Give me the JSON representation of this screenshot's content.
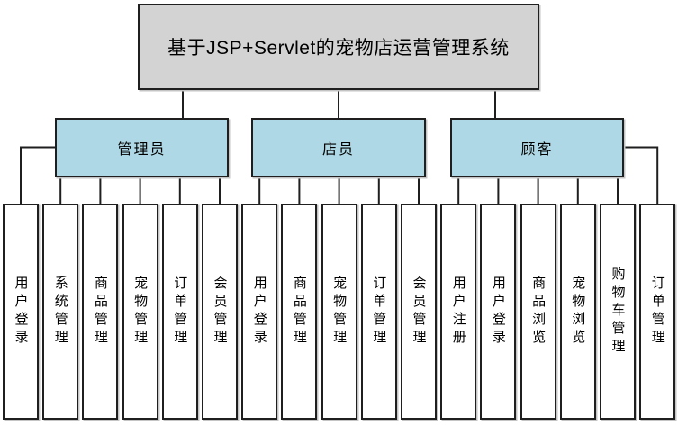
{
  "title": "基于JSP+Servlet的宠物店运营管理系统",
  "groups": [
    {
      "label": "管理员",
      "children": [
        "用户登录",
        "系统管理",
        "商品管理",
        "宠物管理",
        "订单管理",
        "会员管理"
      ]
    },
    {
      "label": "店员",
      "children": [
        "用户登录",
        "商品管理",
        "宠物管理",
        "订单管理",
        "会员管理"
      ]
    },
    {
      "label": "顾客",
      "children": [
        "用户注册",
        "用户登录",
        "商品浏览",
        "宠物浏览",
        "购物车管理",
        "订单管理"
      ]
    }
  ],
  "colors": {
    "root_fill": "#d3d3d3",
    "branch_fill": "#aed8e5",
    "leaf_fill": "#ffffff",
    "border": "#1f1f1f",
    "connector": "#1f1f1f"
  }
}
